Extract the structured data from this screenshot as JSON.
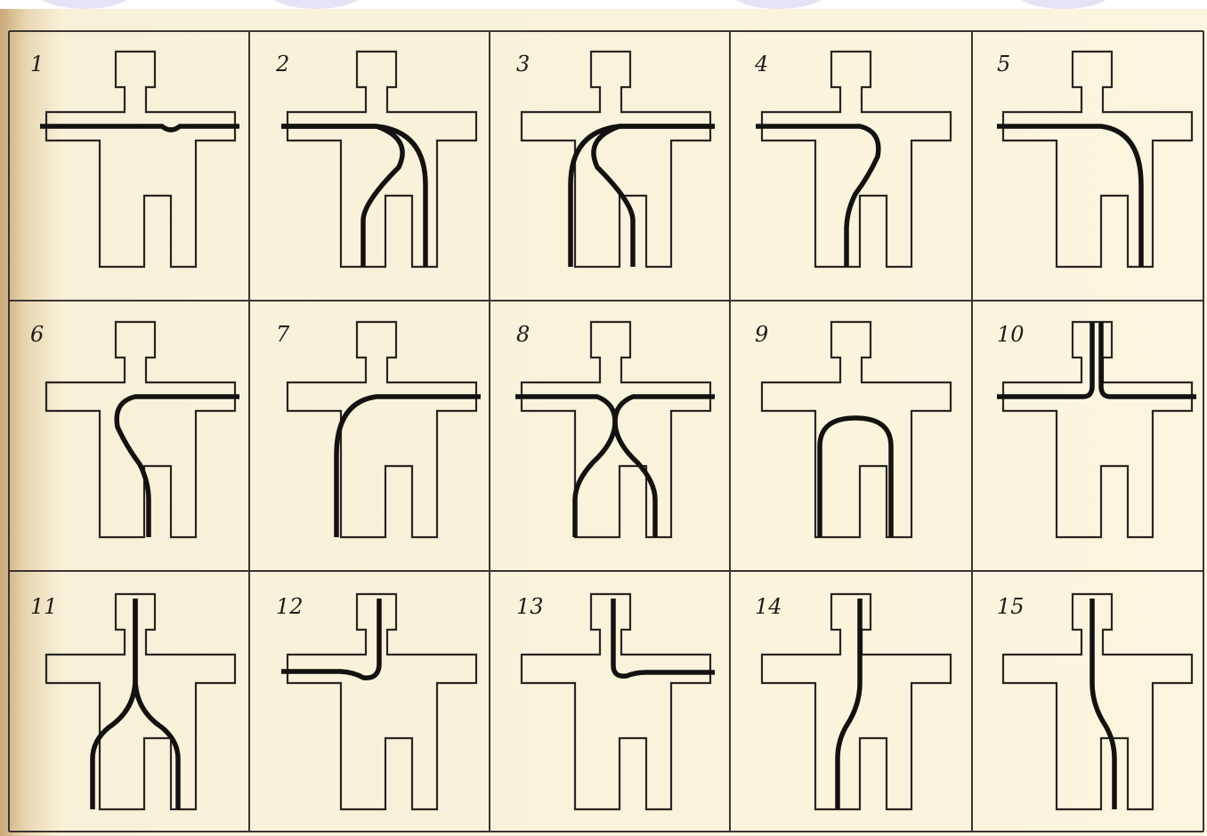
{
  "figure": {
    "panel_numbers": [
      "1",
      "2",
      "3",
      "4",
      "5",
      "6",
      "7",
      "8",
      "9",
      "10",
      "11",
      "12",
      "13",
      "14",
      "15"
    ],
    "colors": {
      "paper": "#f8f1d9",
      "ink": "#141210",
      "outline": "#2a2522",
      "grid": "#3a3431"
    }
  }
}
